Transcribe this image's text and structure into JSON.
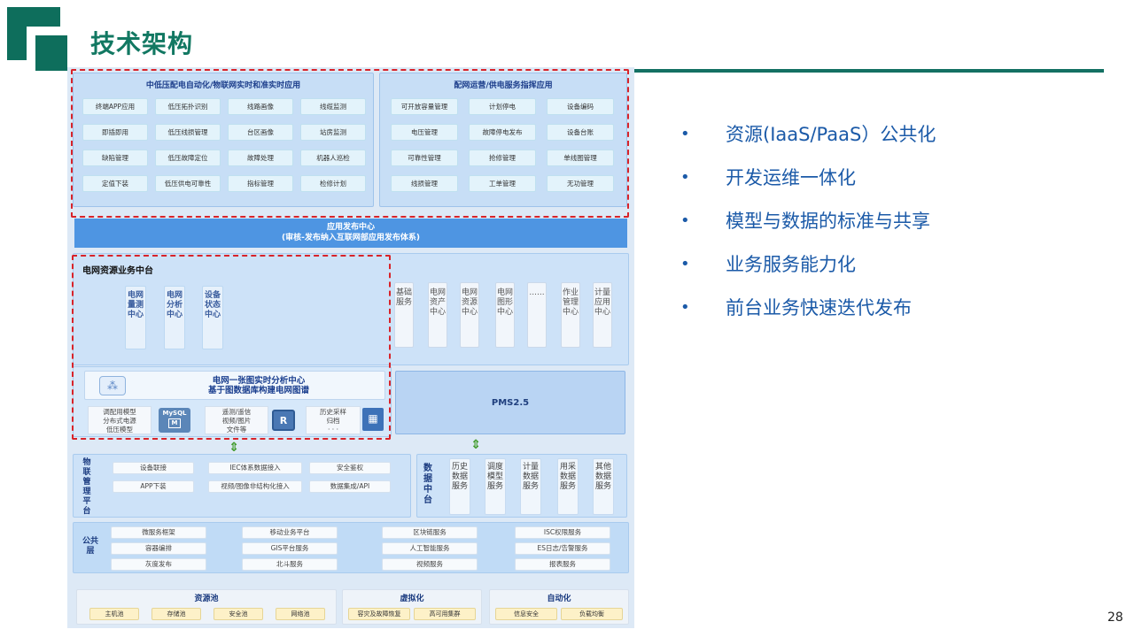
{
  "slide": {
    "title": "技术架构",
    "page_number": "28",
    "accent_color": "#127862",
    "bullet_color": "#1b5aa8",
    "highlight_color": "#d8232a"
  },
  "bullets": [
    {
      "marker": "•",
      "text": "资源(IaaS/PaaS）公共化"
    },
    {
      "marker": "•",
      "text": "开发运维一体化"
    },
    {
      "marker": "•",
      "text": "模型与数据的标准与共享"
    },
    {
      "marker": "•",
      "text": "业务服务能力化"
    },
    {
      "marker": "•",
      "text": "前台业务快速迭代发布"
    }
  ],
  "diagram": {
    "apps_left": {
      "title": "中低压配电自动化/物联网实时和准实时应用",
      "columns": [
        [
          "终端APP应用",
          "即插即用",
          "缺陷管理",
          "定值下装"
        ],
        [
          "低压拓扑识别",
          "低压线损管理",
          "低压故障定位",
          "低压供电可靠性"
        ],
        [
          "线路画像",
          "台区画像",
          "故障处理",
          "指标管理"
        ],
        [
          "线缆监测",
          "站房监测",
          "机器人巡检",
          "检修计划"
        ]
      ]
    },
    "apps_right": {
      "title": "配网运营/供电服务指挥应用",
      "columns": [
        [
          "可开放容量管理",
          "电压管理",
          "可靠性管理",
          "线损管理"
        ],
        [
          "计划停电",
          "故障停电发布",
          "抢修管理",
          "工单管理"
        ],
        [
          "设备编码",
          "设备台账",
          "单线图管理",
          "无功管理"
        ]
      ]
    },
    "release_center": {
      "line1": "应用发布中心",
      "line2": "(审核-发布纳入互联网部应用发布体系)"
    },
    "grid_resource": {
      "title": "电网资源业务中台",
      "centers": [
        "电网量测中心",
        "电网分析中心",
        "设备状态中心"
      ]
    },
    "middle_services": [
      "基础服务",
      "电网资产中心",
      "电网资源中心",
      "电网图形中心",
      "......",
      "作业管理中心",
      "计量应用中心"
    ],
    "graph_center": {
      "line1": "电网一张图实时分析中心",
      "line2": "基于图数据库构建电网图谱",
      "db1": [
        "调配用模型",
        "分布式电源",
        "低压模型"
      ],
      "mysql_label": "MySQL",
      "mysql_badge": "M",
      "db2": [
        "遥测/遥信",
        "视频/图片",
        "文件等"
      ],
      "r_badge": "R",
      "db3": [
        "历史采样",
        "归档",
        "· · ·"
      ]
    },
    "pms": {
      "label": "PMS2.5"
    },
    "iot": {
      "title": "物联管理平台",
      "cells": [
        "设备联接",
        "IEC体系数据接入",
        "安全鉴权",
        "APP下装",
        "视频/图像非结构化接入",
        "数据集成/API"
      ]
    },
    "data_center": {
      "title": "数据中台",
      "services": [
        "历史数据服务",
        "调度模型服务",
        "计量数据服务",
        "用采数据服务",
        "其他数据服务"
      ]
    },
    "public_layer": {
      "title": "公共层",
      "cells": [
        "微服务框架",
        "移动业务平台",
        "区块链服务",
        "ISC权限服务",
        "容器编排",
        "GIS平台服务",
        "人工智能服务",
        "ES日志/告警服务",
        "灰度发布",
        "北斗服务",
        "视频服务",
        "报表服务"
      ]
    },
    "resource_pool": {
      "title": "资源池",
      "cells": [
        "主机池",
        "存储池",
        "安全池",
        "网络池"
      ]
    },
    "virtualization": {
      "title": "虚拟化",
      "cells": [
        "容灾及故障恢复",
        "高可用集群"
      ]
    },
    "automation": {
      "title": "自动化",
      "cells": [
        "信息安全",
        "负载均衡"
      ]
    }
  }
}
